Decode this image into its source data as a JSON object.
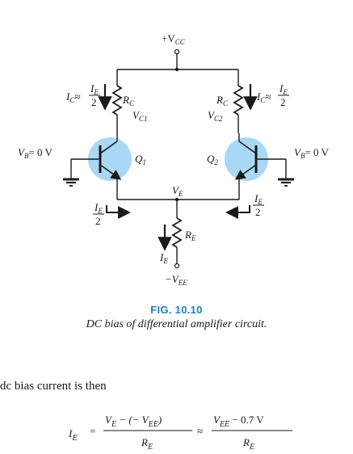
{
  "circuit": {
    "vcc_label": "+V",
    "vcc_sub": "CC",
    "rc_label": "R",
    "rc_sub": "C",
    "vc1_label": "V",
    "vc1_sub": "C1",
    "vc2_label": "V",
    "vc2_sub": "C2",
    "q1_label": "Q",
    "q1_sub": "1",
    "q2_label": "Q",
    "q2_sub": "2",
    "vb_left": "V",
    "vb_sub": "B",
    "vb_value": "= 0 V",
    "ic_label": "I",
    "ic_sub": "C",
    "ic_approx": "≈",
    "ie_label": "I",
    "ie_sub": "E",
    "half_den": "2",
    "ve_label": "V",
    "ve_sub": "E",
    "re_label": "R",
    "re_sub": "E",
    "vee_label": "−V",
    "vee_sub": "EE",
    "transistor_fill": "#a9d8f5",
    "caption_color": "#1f7fc1"
  },
  "figure": {
    "number": "FIG. 10.10",
    "caption": "DC bias of differential amplifier circuit."
  },
  "body": {
    "text": "dc bias current is then"
  },
  "equation": {
    "lhs": "I",
    "lhs_sub": "E",
    "equals": "=",
    "num1": "V",
    "num1_sub": "E",
    "num1_rest": " − (− V",
    "num1_rest_sub": "EE",
    "num1_close": ")",
    "den1": "R",
    "den1_sub": "E",
    "approx": "≈",
    "num2": "V",
    "num2_sub": "EE",
    "num2_rest": " − 0.7 V",
    "den2": "R",
    "den2_sub": "E"
  }
}
